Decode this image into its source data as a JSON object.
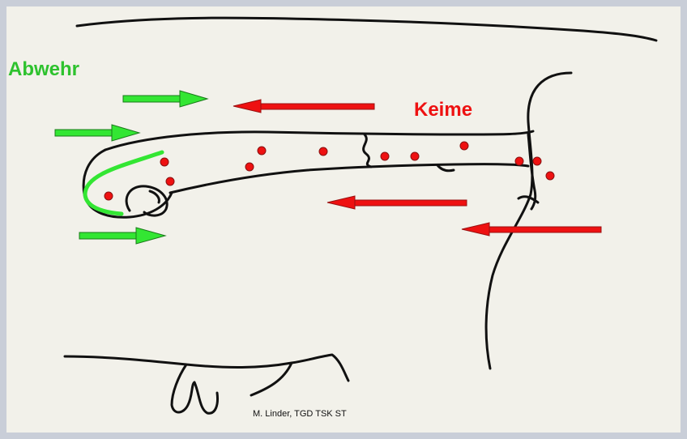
{
  "labels": {
    "defense": "Abwehr",
    "germs": "Keime"
  },
  "credit": "M. Linder, TGD TSK ST",
  "colors": {
    "defense": "#2ec22e",
    "defense_arrow": "#33e633",
    "germs": "#ee1111",
    "ink": "#111111",
    "paper": "#f2f1ea",
    "frame": "#c9ced8"
  },
  "icons": {
    "defense_arrow": "arrow-right-icon",
    "germ_arrow": "arrow-left-icon",
    "germ": "germ-dot-icon"
  }
}
